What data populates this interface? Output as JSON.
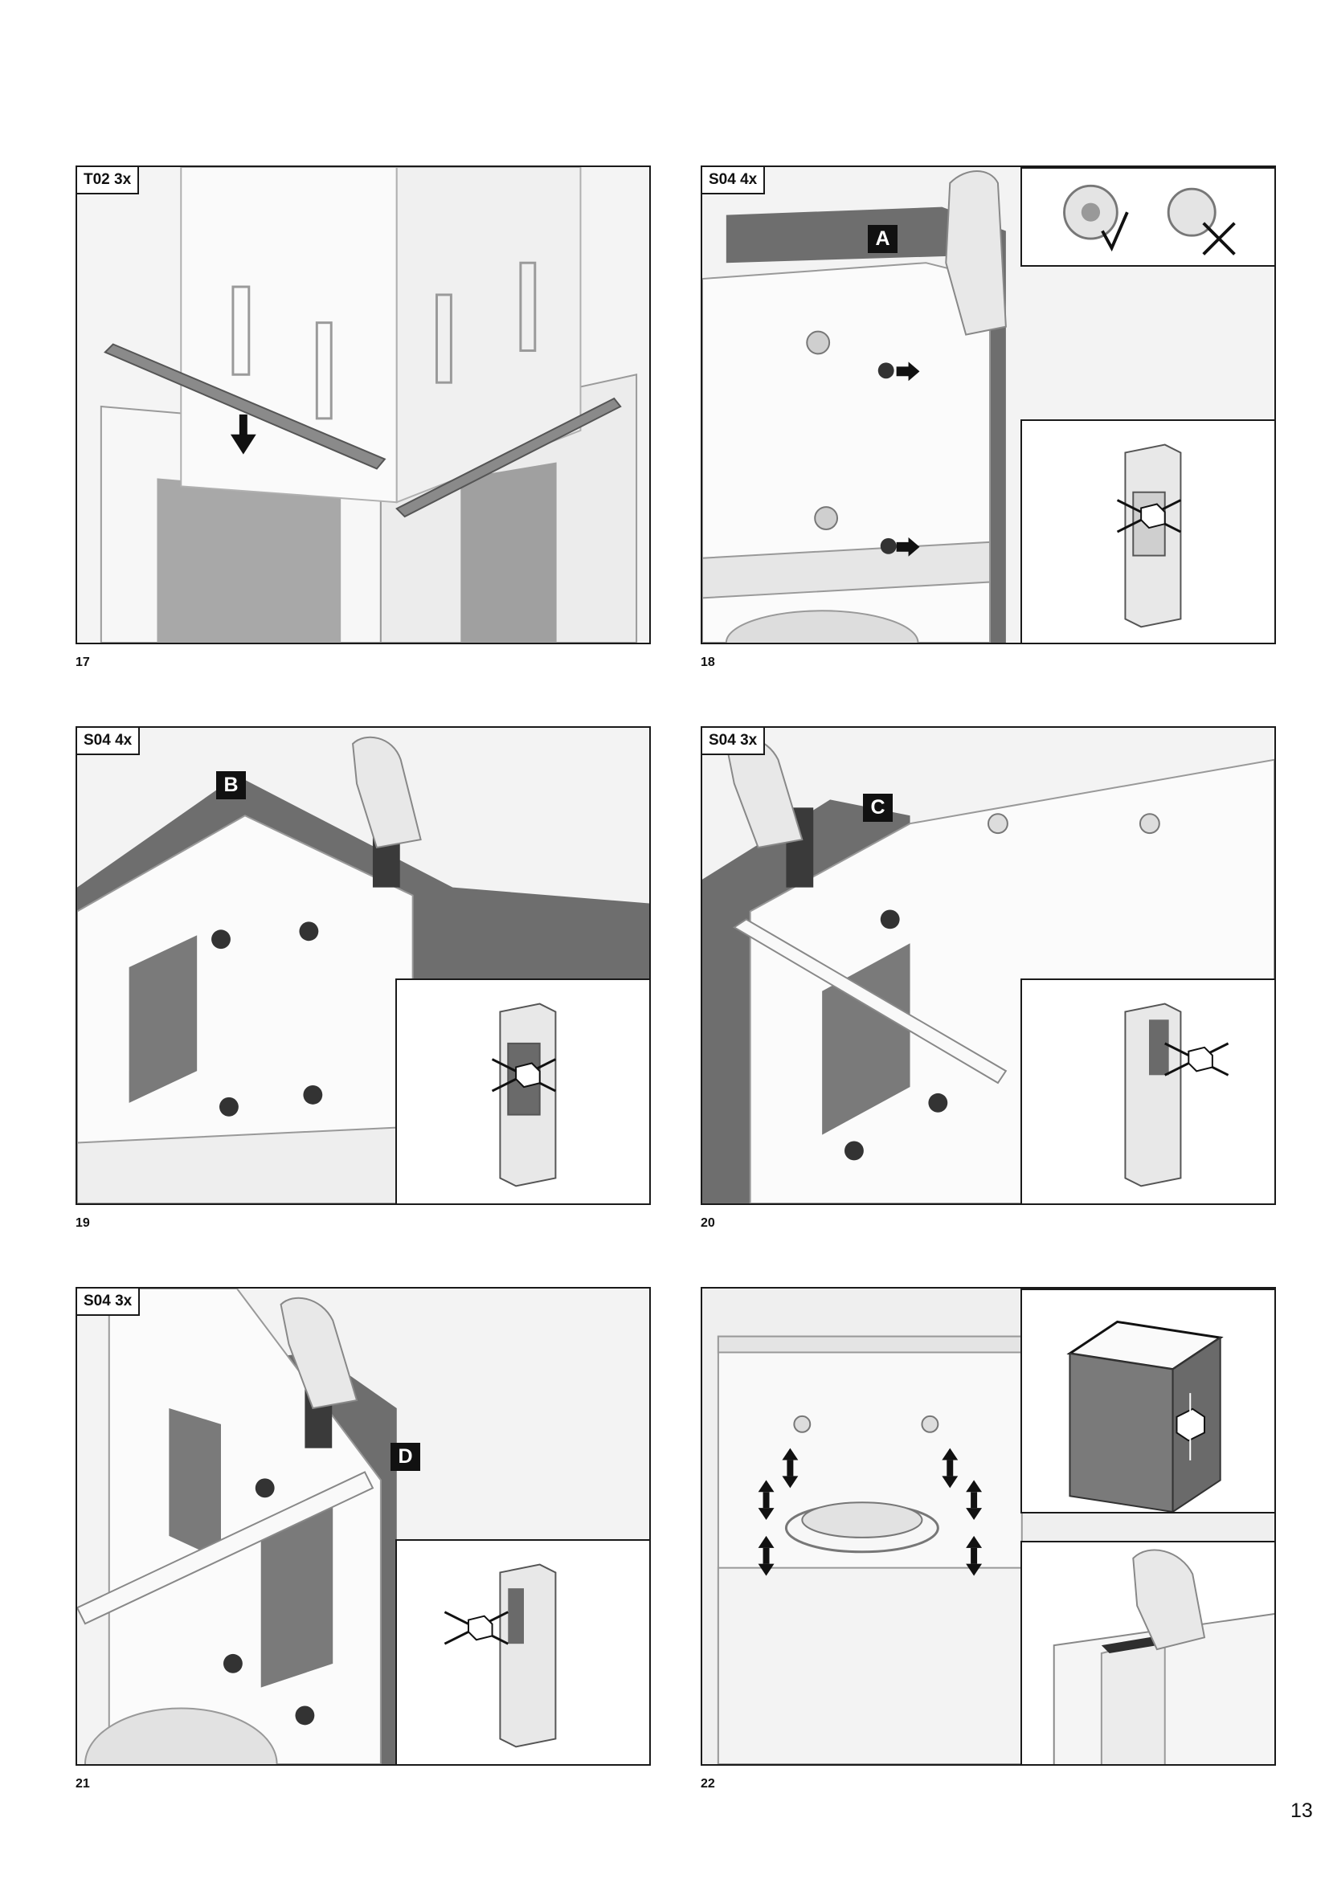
{
  "figures": [
    {
      "number": "17",
      "tag": "T02 3x",
      "letter": ""
    },
    {
      "number": "18",
      "tag": "S04 4x",
      "letter": "A"
    },
    {
      "number": "19",
      "tag": "S04 4x",
      "letter": "B"
    },
    {
      "number": "20",
      "tag": "S04 3x",
      "letter": "C"
    },
    {
      "number": "21",
      "tag": "S04 3x",
      "letter": "D"
    },
    {
      "number": "22",
      "tag": "",
      "letter": ""
    }
  ],
  "page_number": "13",
  "colors": {
    "frame": "#1a1a1a",
    "panel_bg": "#f1f1f1",
    "dark_part": "#6e6e6e",
    "light_part": "#fafafa"
  }
}
